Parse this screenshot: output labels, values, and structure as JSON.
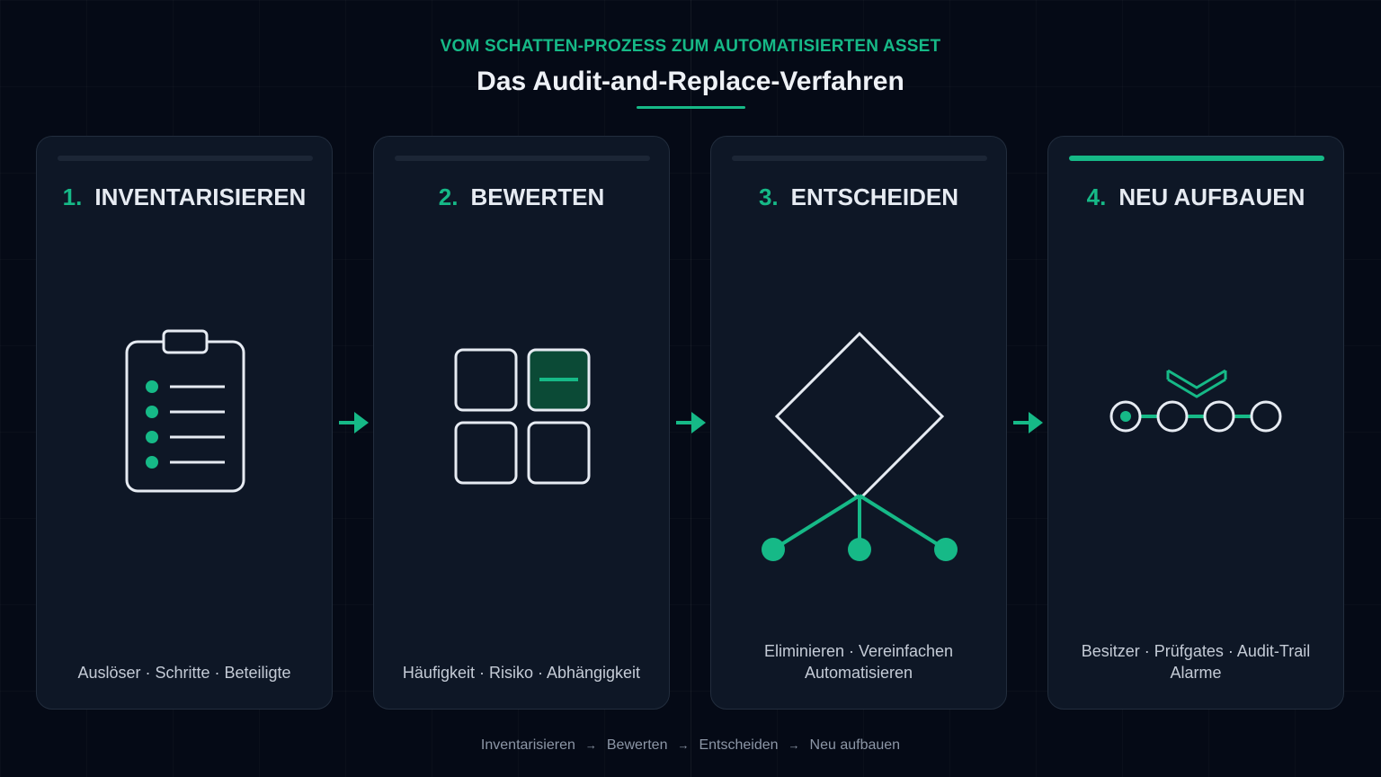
{
  "header": {
    "eyebrow": "VOM SCHATTEN-PROZESS ZUM AUTOMATISIERTEN ASSET",
    "title": "Das Audit-and-Replace-Verfahren"
  },
  "colors": {
    "accent": "#16b987",
    "background": "#050a16",
    "card": "#0e1726",
    "icon_stroke": "#e6ebf2"
  },
  "steps": [
    {
      "number": "1.",
      "title": "INVENTARISIEREN",
      "desc_lines": [
        "Auslöser · Schritte · Beteiligte"
      ],
      "icon": "clipboard-checklist-icon",
      "active": false
    },
    {
      "number": "2.",
      "title": "BEWERTEN",
      "desc_lines": [
        "Häufigkeit · Risiko · Abhängigkeit"
      ],
      "icon": "grid-matrix-icon",
      "active": false
    },
    {
      "number": "3.",
      "title": "ENTSCHEIDEN",
      "desc_lines": [
        "Eliminieren · Vereinfachen",
        "Automatisieren"
      ],
      "icon": "decision-diamond-icon",
      "active": false
    },
    {
      "number": "4.",
      "title": "NEU AUFBAUEN",
      "desc_lines": [
        "Besitzer · Prüfgates · Audit-Trail",
        "Alarme"
      ],
      "icon": "pipeline-stages-icon",
      "active": true
    }
  ],
  "footer": {
    "items": [
      "Inventarisieren",
      "Bewerten",
      "Entscheiden",
      "Neu aufbauen"
    ],
    "separator": "→"
  }
}
